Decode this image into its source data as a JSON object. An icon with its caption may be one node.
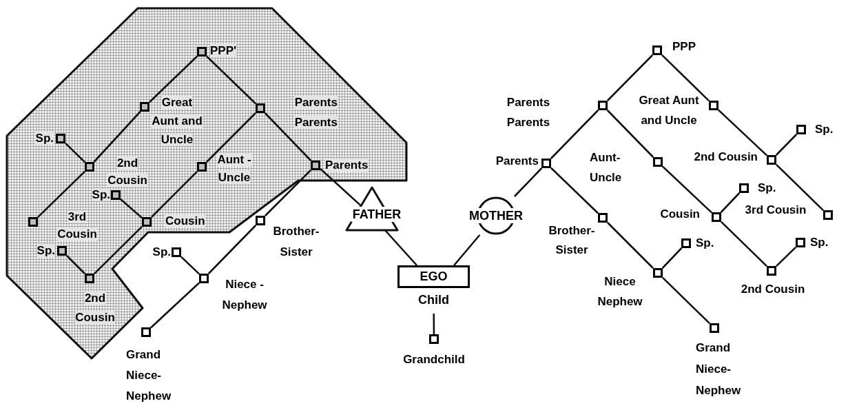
{
  "diagram": {
    "nodes": [
      {
        "text": [],
        "shape": "band"
      },
      {
        "text": [
          "PPP'"
        ],
        "in": 0
      },
      {
        "text": [
          "Great Aunt and Uncle"
        ],
        "in": 0
      },
      {
        "text": [
          "Parents Parents"
        ],
        "in": 0
      },
      {
        "text": [
          "Sp."
        ],
        "in": 0
      },
      {
        "text": [
          "2nd Cousin"
        ],
        "in": 0
      },
      {
        "text": [
          "Aunt - Uncle"
        ],
        "in": 0
      },
      {
        "text": [
          "Parents"
        ],
        "in": 0
      },
      {
        "text": [
          "Sp."
        ],
        "in": 0
      },
      {
        "text": [
          "3rd Cousin"
        ],
        "in": 0
      },
      {
        "text": [
          "Cousin"
        ],
        "in": 0
      },
      {
        "text": [
          "Sp."
        ],
        "in": 0
      },
      {
        "text": [
          "2nd Cousin"
        ],
        "in": 0
      },
      {
        "text": [
          "Brother- Sister"
        ]
      },
      {
        "text": [
          "Sp."
        ]
      },
      {
        "text": [
          "Niece - Nephew"
        ]
      },
      {
        "text": [
          "Grand Niece- Nephew"
        ]
      },
      {
        "text": [
          "FATHER"
        ]
      },
      {
        "text": [
          "MOTHER"
        ]
      },
      {
        "text": [
          "EGO"
        ],
        "beside": [
          "Child"
        ]
      },
      {
        "text": [
          "Grandchild"
        ]
      },
      {
        "text": [
          "PPP"
        ]
      },
      {
        "text": [
          "Parents Parents"
        ]
      },
      {
        "text": [
          "Great Aunt and Uncle"
        ]
      },
      {
        "text": [
          "Sp."
        ]
      },
      {
        "text": [
          "Parents"
        ]
      },
      {
        "text": [
          "Aunt- Uncle"
        ]
      },
      {
        "text": [
          "2nd Cousin"
        ]
      },
      {
        "text": [
          "Sp."
        ]
      },
      {
        "text": [
          "Brother- Sister"
        ]
      },
      {
        "text": [
          "Cousin"
        ]
      },
      {
        "text": [
          "3rd Cousin"
        ]
      },
      {
        "text": [
          "Sp."
        ]
      },
      {
        "text": [
          "Sp."
        ]
      },
      {
        "text": [
          "Niece Nephew"
        ]
      },
      {
        "text": [
          "2nd Cousin"
        ]
      },
      {
        "text": [
          "Grand Niece- Nephew"
        ]
      }
    ],
    "edges": [
      {
        "from": 1,
        "to": 2,
        "arrow": "none"
      },
      {
        "from": 1,
        "to": 3,
        "arrow": "none"
      },
      {
        "from": 2,
        "to": 5,
        "arrow": "none"
      },
      {
        "from": 4,
        "to": 5,
        "arrow": "none"
      },
      {
        "from": 5,
        "to": 9,
        "arrow": "none"
      },
      {
        "from": 3,
        "to": 6,
        "arrow": "none"
      },
      {
        "from": 3,
        "to": 7,
        "arrow": "none"
      },
      {
        "from": 6,
        "to": 10,
        "arrow": "none"
      },
      {
        "from": 8,
        "to": 10,
        "arrow": "none"
      },
      {
        "from": 10,
        "to": 12,
        "arrow": "none"
      },
      {
        "from": 11,
        "to": 12,
        "arrow": "none"
      },
      {
        "from": 7,
        "to": 13,
        "arrow": "none"
      },
      {
        "from": 7,
        "to": 17,
        "arrow": "none"
      },
      {
        "from": 13,
        "to": 15,
        "arrow": "none"
      },
      {
        "from": 14,
        "to": 15,
        "arrow": "none"
      },
      {
        "from": 15,
        "to": 16,
        "arrow": "none"
      },
      {
        "from": 17,
        "to": 19,
        "arrow": "none"
      },
      {
        "from": 18,
        "to": 19,
        "arrow": "none"
      },
      {
        "from": 19,
        "to": 20,
        "arrow": "none"
      },
      {
        "from": 18,
        "to": 25,
        "arrow": "none"
      },
      {
        "from": 25,
        "to": 22,
        "arrow": "none"
      },
      {
        "from": 25,
        "to": 29,
        "arrow": "none"
      },
      {
        "from": 22,
        "to": 21,
        "arrow": "none"
      },
      {
        "from": 22,
        "to": 26,
        "arrow": "none"
      },
      {
        "from": 21,
        "to": 23,
        "arrow": "none"
      },
      {
        "from": 23,
        "to": 27,
        "arrow": "none"
      },
      {
        "from": 27,
        "to": 24,
        "arrow": "none"
      },
      {
        "from": 27,
        "to": 31,
        "arrow": "none"
      },
      {
        "from": 26,
        "to": 30,
        "arrow": "none"
      },
      {
        "from": 30,
        "to": 28,
        "arrow": "none"
      },
      {
        "from": 30,
        "to": 35,
        "arrow": "none"
      },
      {
        "from": 35,
        "to": 33,
        "arrow": "none"
      },
      {
        "from": 29,
        "to": 34,
        "arrow": "none"
      },
      {
        "from": 34,
        "to": 32,
        "arrow": "none"
      },
      {
        "from": 34,
        "to": 36,
        "arrow": "none"
      }
    ]
  }
}
